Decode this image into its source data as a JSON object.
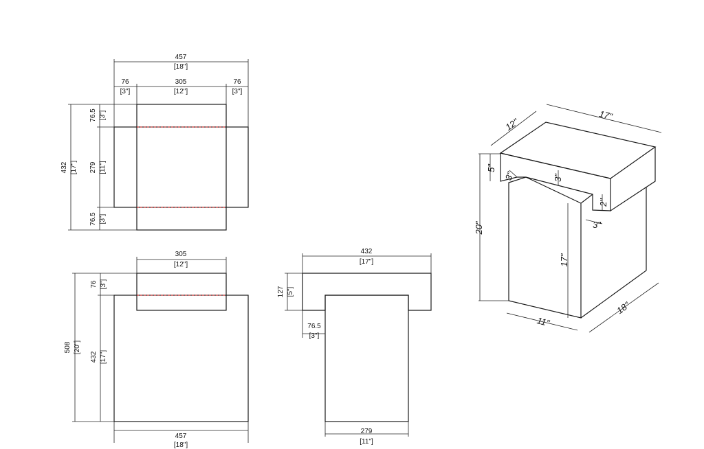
{
  "top_view": {
    "overall_mm": "457",
    "overall_in": "[18\"]",
    "left_mm": "76",
    "left_in": "[3\"]",
    "mid_mm": "305",
    "mid_in": "[12\"]",
    "right_mm": "76",
    "right_in": "[3\"]",
    "height_mm": "432",
    "height_in": "[17\"]",
    "top_band_mm": "76.5",
    "top_band_in": "[3\"]",
    "mid_band_mm": "279",
    "mid_band_in": "[11\"]",
    "bot_band_mm": "76.5",
    "bot_band_in": "[3\"]"
  },
  "front_view": {
    "top_mm": "305",
    "top_in": "[12\"]",
    "lip_mm": "76",
    "lip_in": "[3\"]",
    "total_mm": "508",
    "total_in": "[20\"]",
    "body_mm": "432",
    "body_in": "[17\"]",
    "bottom_mm": "457",
    "bottom_in": "[18\"]"
  },
  "side_view": {
    "top_mm": "432",
    "top_in": "[17\"]",
    "cap_mm": "127",
    "cap_in": "[5\"]",
    "offset_mm": "76.5",
    "offset_in": "[3\"]",
    "bottom_mm": "279",
    "bottom_in": "[11\"]"
  },
  "iso_view": {
    "d12": "12\"",
    "d17top": "17\"",
    "d5": "5\"",
    "d3a": "3\"",
    "d3b": "3\"",
    "d2": "2\"",
    "d3c": "3\"",
    "d20": "20\"",
    "d17mid": "17\"",
    "d11": "11\"",
    "d18": "18\""
  }
}
